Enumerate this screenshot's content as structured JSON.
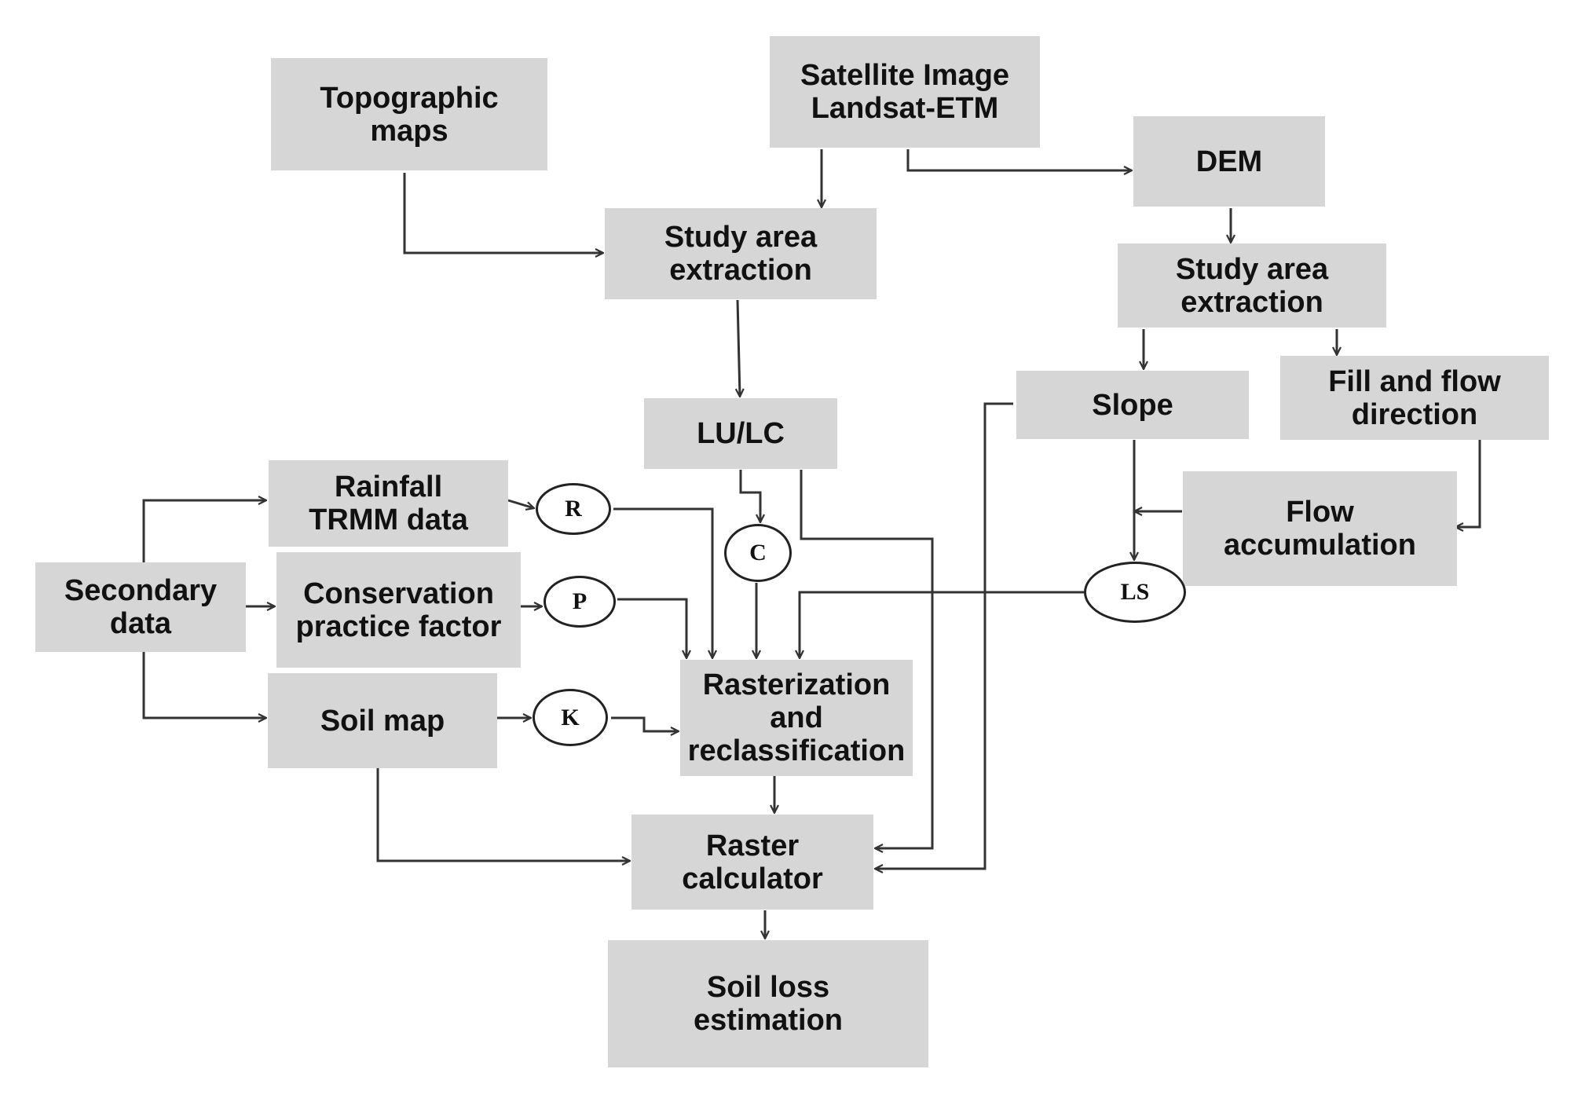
{
  "colors": {
    "box_fill": "#d6d6d6",
    "line": "#333333",
    "background": "#ffffff"
  },
  "boxes": {
    "topographic": {
      "line1": "Topographic",
      "line2": "maps"
    },
    "satellite": {
      "line1": "Satellite Image",
      "line2": "Landsat-ETM"
    },
    "dem": {
      "line1": "DEM"
    },
    "study_area_left": {
      "line1": "Study area",
      "line2": "extraction"
    },
    "study_area_right": {
      "line1": "Study area",
      "line2": "extraction"
    },
    "lulc": {
      "line1": "LU/LC"
    },
    "slope": {
      "line1": "Slope"
    },
    "fill_flow": {
      "line1": "Fill and flow",
      "line2": "direction"
    },
    "flow_accumulation": {
      "line1": "Flow",
      "line2": "accumulation"
    },
    "rainfall": {
      "line1": "Rainfall",
      "line2": "TRMM data"
    },
    "secondary": {
      "line1": "Secondary",
      "line2": "data"
    },
    "conservation": {
      "line1": "Conservation",
      "line2": "practice factor"
    },
    "soil_map": {
      "line1": "Soil map"
    },
    "rasterization": {
      "line1": "Rasterization",
      "line2": "and",
      "line3": "reclassification"
    },
    "raster_calc": {
      "line1": "Raster",
      "line2": "calculator"
    },
    "soil_loss": {
      "line1": "Soil loss",
      "line2": "estimation"
    }
  },
  "factors": {
    "r": "R",
    "c": "C",
    "p": "P",
    "k": "K",
    "ls": "LS"
  }
}
